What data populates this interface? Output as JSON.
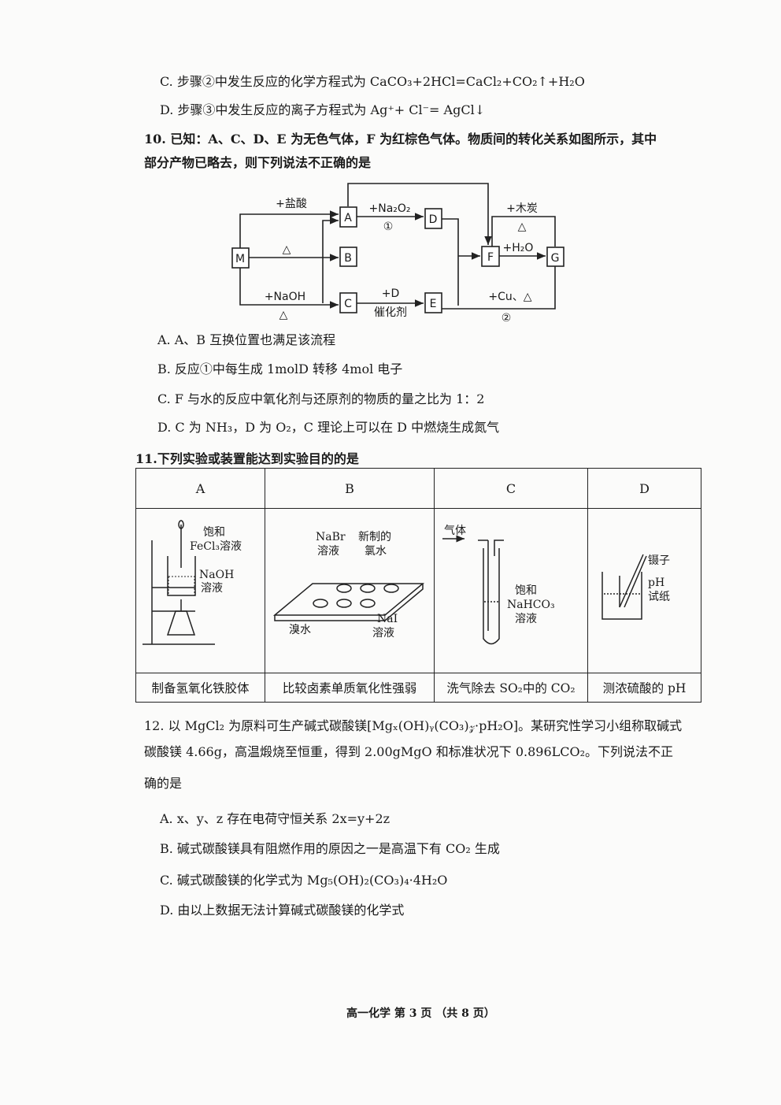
{
  "q9_options": {
    "C": "C. 步骤②中发生反应的化学方程式为 CaCO₃+2HCl=CaCl₂+CO₂↑+H₂O",
    "D": "D. 步骤③中发生反应的离子方程式为 Ag⁺+ Cl⁻= AgCl↓"
  },
  "q10": {
    "stem_line1": "10. 已知：A、C、D、E 为无色气体，F 为红棕色气体。物质间的转化关系如图所示，其中",
    "stem_line2": "部分产物已略去，则下列说法不正确的是",
    "diagram": {
      "nodes": [
        "M",
        "A",
        "B",
        "C",
        "D",
        "E",
        "F",
        "G"
      ],
      "edges": {
        "m_a": "+盐酸",
        "m_b": "△",
        "m_c": "+NaOH",
        "m_c_cond": "△",
        "a_d": "+Na₂O₂",
        "a_d_num": "①",
        "c_e": "+D",
        "c_e_cond": "催化剂",
        "f_g": "+H₂O",
        "g_top": "+木炭",
        "g_top_cond": "△",
        "g_e": "+Cu、△",
        "g_e_num": "②"
      }
    },
    "options": [
      "A. A、B 互换位置也满足该流程",
      "B. 反应①中每生成 1molD 转移 4mol 电子",
      "C. F 与水的反应中氧化剂与还原剂的物质的量之比为 1：2",
      "D. C 为 NH₃，D 为 O₂，C 理论上可以在 D 中燃烧生成氮气"
    ]
  },
  "q11": {
    "stem": "11.下列实验或装置能达到实验目的的是",
    "headers": [
      "A",
      "B",
      "C",
      "D"
    ],
    "labels": {
      "A": [
        "饱和",
        "FeCl₃溶液",
        "NaOH",
        "溶液"
      ],
      "B": [
        "NaBr",
        "溶液",
        "新制的",
        "氯水",
        "溴水",
        "NaI",
        "溶液"
      ],
      "C": [
        "气体",
        "饱和",
        "NaHCO₃",
        "溶液"
      ],
      "D": [
        "镊子",
        "pH",
        "试纸"
      ]
    },
    "captions": [
      "制备氢氧化铁胶体",
      "比较卤素单质氧化性强弱",
      "洗气除去 SO₂中的 CO₂",
      "测浓硫酸的 pH"
    ]
  },
  "q12": {
    "stem_line1": "12. 以 MgCl₂ 为原料可生产碱式碳酸镁[Mgₓ(OH)ᵧ(CO₃)𝓏·pH₂O]。某研究性学习小组称取碱式",
    "stem_line2": "碳酸镁 4.66g，高温煅烧至恒重，得到 2.00gMgO 和标准状况下 0.896LCO₂。下列说法不正",
    "stem_line3": "确的是",
    "options": [
      "A. x、y、z 存在电荷守恒关系 2x=y+2z",
      "B. 碱式碳酸镁具有阻燃作用的原因之一是高温下有 CO₂ 生成",
      "C. 碱式碳酸镁的化学式为 Mg₅(OH)₂(CO₃)₄·4H₂O",
      "D. 由以上数据无法计算碱式碳酸镁的化学式"
    ]
  },
  "footer": "高一化学 第 3 页 （共 8 页）"
}
